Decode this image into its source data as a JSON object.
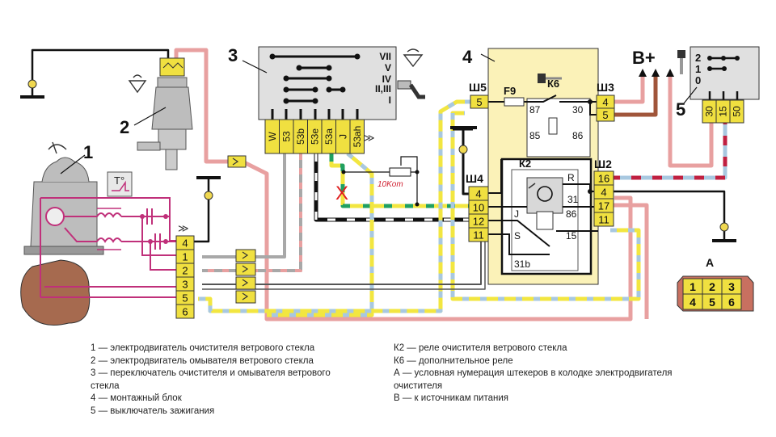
{
  "diagram": {
    "component_numbers": {
      "motor": "1",
      "washer_pump": "2",
      "switch": "3",
      "mounting_block": "4",
      "ignition_switch": "5",
      "connector_a": "A"
    },
    "switch_positions": [
      "VII",
      "V",
      "IV",
      "II,III",
      "I"
    ],
    "switch_pins": [
      "W",
      "53",
      "53b",
      "53e",
      "53a",
      "J",
      "53ah"
    ],
    "block4": {
      "sh5": {
        "label": "Ш5",
        "pins": [
          "5"
        ]
      },
      "sh3": {
        "label": "Ш3",
        "pins": [
          "4",
          "5"
        ]
      },
      "sh4": {
        "label": "Ш4",
        "pins": [
          "4",
          "10",
          "12",
          "11"
        ]
      },
      "sh2": {
        "label": "Ш2",
        "pins": [
          "16",
          "4",
          "17",
          "11"
        ]
      },
      "fuse": "F9",
      "k6": {
        "label": "К6",
        "terminals": [
          "87",
          "30",
          "85",
          "86"
        ]
      },
      "k2": {
        "label": "К2",
        "terminals": [
          "R",
          "31",
          "J",
          "86",
          "S",
          "15",
          "31b"
        ]
      }
    },
    "power": "B+",
    "ignition": {
      "positions": [
        "2",
        "1",
        "0"
      ],
      "pins": [
        "30",
        "15",
        "50"
      ]
    },
    "motor_pins": [
      "4",
      "1",
      "2",
      "3",
      "5",
      "6"
    ],
    "thermo_label": "T°",
    "resistor_label": "10Kom",
    "cut_mark": "X",
    "connector_a_pins": [
      "1",
      "2",
      "3",
      "4",
      "5",
      "6"
    ],
    "colors": {
      "pink": "#e8a0a0",
      "brown": "#a0553a",
      "grey": "#a8a8a8",
      "yellow": "#f2e640",
      "light_blue": "#a8c8e0",
      "green": "#20a060",
      "black": "#111111",
      "magenta": "#d0308a",
      "red_dash": "#c02040",
      "block_bg": "#fbf2b8",
      "pin_yellow": "#f0e040"
    }
  },
  "legend": {
    "left": [
      "1 — электродвигатель очистителя ветрового стекла",
      "2 — электродвигатель омывателя ветрового стекла",
      "3 — переключатель очистителя и омывателя ветрового",
      "стекла",
      "4 — монтажный блок",
      "5 — выключатель зажигания"
    ],
    "right": [
      "К2 — реле очистителя ветрового стекла",
      "К6 — дополнительное реле",
      "А — условная нумерация штекеров в колодке электродвигателя",
      "очистителя",
      "В — к источникам питания"
    ]
  }
}
